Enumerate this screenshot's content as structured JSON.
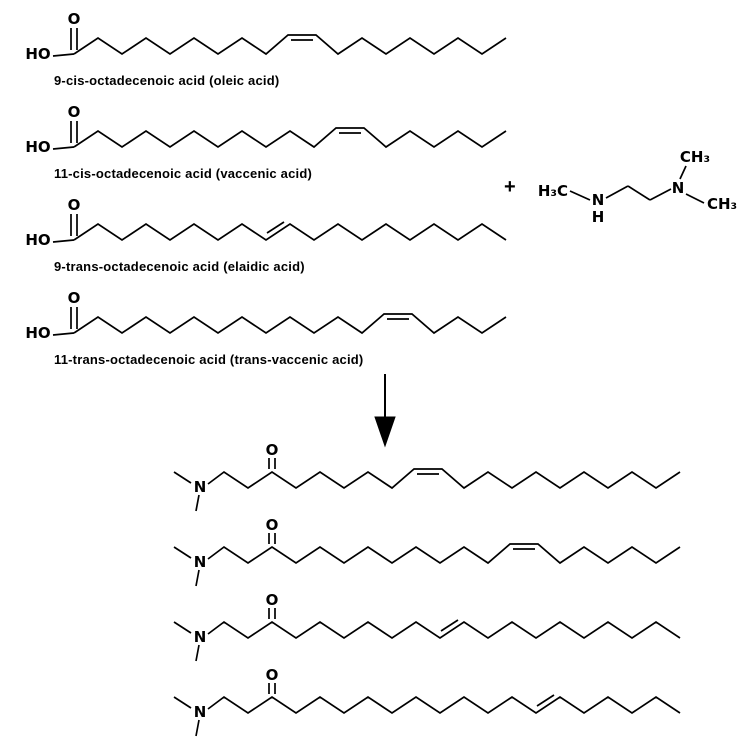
{
  "reaction": {
    "plus": "+",
    "arrow_icon": "down-arrow"
  },
  "reactants": [
    {
      "caption": "9-cis-octadecenoic acid (oleic acid)",
      "ho": "HO",
      "o": "O"
    },
    {
      "caption": "11-cis-octadecenoic acid (vaccenic acid)",
      "ho": "HO",
      "o": "O"
    },
    {
      "caption": "9-trans-octadecenoic acid (elaidic acid)",
      "ho": "HO",
      "o": "O"
    },
    {
      "caption": "11-trans-octadecenoic acid (trans-vaccenic acid)",
      "ho": "HO",
      "o": "O"
    }
  ],
  "amine": {
    "h3c": "H₃C",
    "n1": "N",
    "h": "H",
    "n2": "N",
    "ch3_top": "CH₃",
    "ch3_right": "CH₃"
  },
  "products": [
    {
      "n": "N",
      "o": "O"
    },
    {
      "n": "N",
      "o": "O"
    },
    {
      "n": "N",
      "o": "O"
    },
    {
      "n": "N",
      "o": "O"
    }
  ]
}
